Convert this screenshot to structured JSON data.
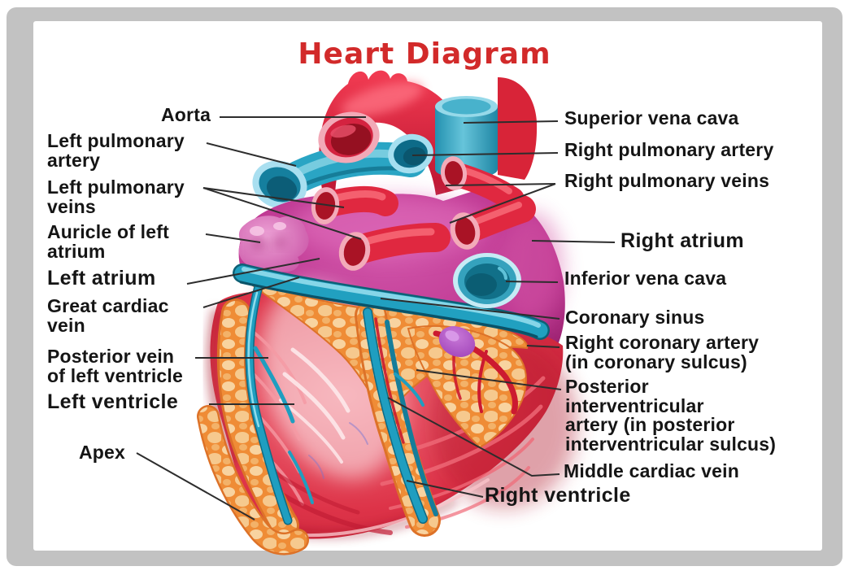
{
  "title": {
    "text": "Heart Diagram"
  },
  "figure": {
    "description": "Anatomical illustration of the human heart, external posterior view, with labeled vessels and chambers"
  },
  "labels": {
    "left": [
      {
        "id": "aorta",
        "text": "Aorta"
      },
      {
        "id": "left-pulmonary-artery",
        "text": "Left pulmonary\nartery"
      },
      {
        "id": "left-pulmonary-veins",
        "text": "Left pulmonary\nveins"
      },
      {
        "id": "auricle-of-left-atrium",
        "text": "Auricle of left\natrium"
      },
      {
        "id": "left-atrium",
        "text": "Left atrium"
      },
      {
        "id": "great-cardiac-vein",
        "text": "Great cardiac\nvein"
      },
      {
        "id": "posterior-vein-of-left-ventricle",
        "text": "Posterior vein\nof left ventricle"
      },
      {
        "id": "left-ventricle",
        "text": "Left ventricle"
      },
      {
        "id": "apex",
        "text": "Apex"
      }
    ],
    "right": [
      {
        "id": "superior-vena-cava",
        "text": "Superior vena cava"
      },
      {
        "id": "right-pulmonary-artery",
        "text": "Right pulmonary artery"
      },
      {
        "id": "right-pulmonary-veins",
        "text": "Right pulmonary veins"
      },
      {
        "id": "right-atrium",
        "text": "Right atrium"
      },
      {
        "id": "inferior-vena-cava",
        "text": "Inferior vena cava"
      },
      {
        "id": "coronary-sinus",
        "text": "Coronary sinus"
      },
      {
        "id": "right-coronary-artery",
        "text": "Right coronary artery\n(in coronary sulcus)"
      },
      {
        "id": "posterior-interventricular-artery",
        "text": "Posterior\ninterventricular\nartery (in posterior\ninterventricular sulcus)"
      },
      {
        "id": "middle-cardiac-vein",
        "text": "Middle cardiac vein"
      },
      {
        "id": "right-ventricle",
        "text": "Right ventricle"
      }
    ]
  },
  "palette": {
    "title_red": "#d22a2a",
    "label_text": "#151515",
    "leader_line": "#2d2d2d",
    "frame_gray": "#c2c2c2",
    "canvas_white": "#ffffff",
    "artery_red": "#e02840",
    "vein_teal": "#2aa5c4",
    "atrium_magenta": "#bd3590",
    "auricle_pink": "#d66ab8",
    "fat_orange": "#ef8c36",
    "muscle_red": "#dd3348"
  }
}
